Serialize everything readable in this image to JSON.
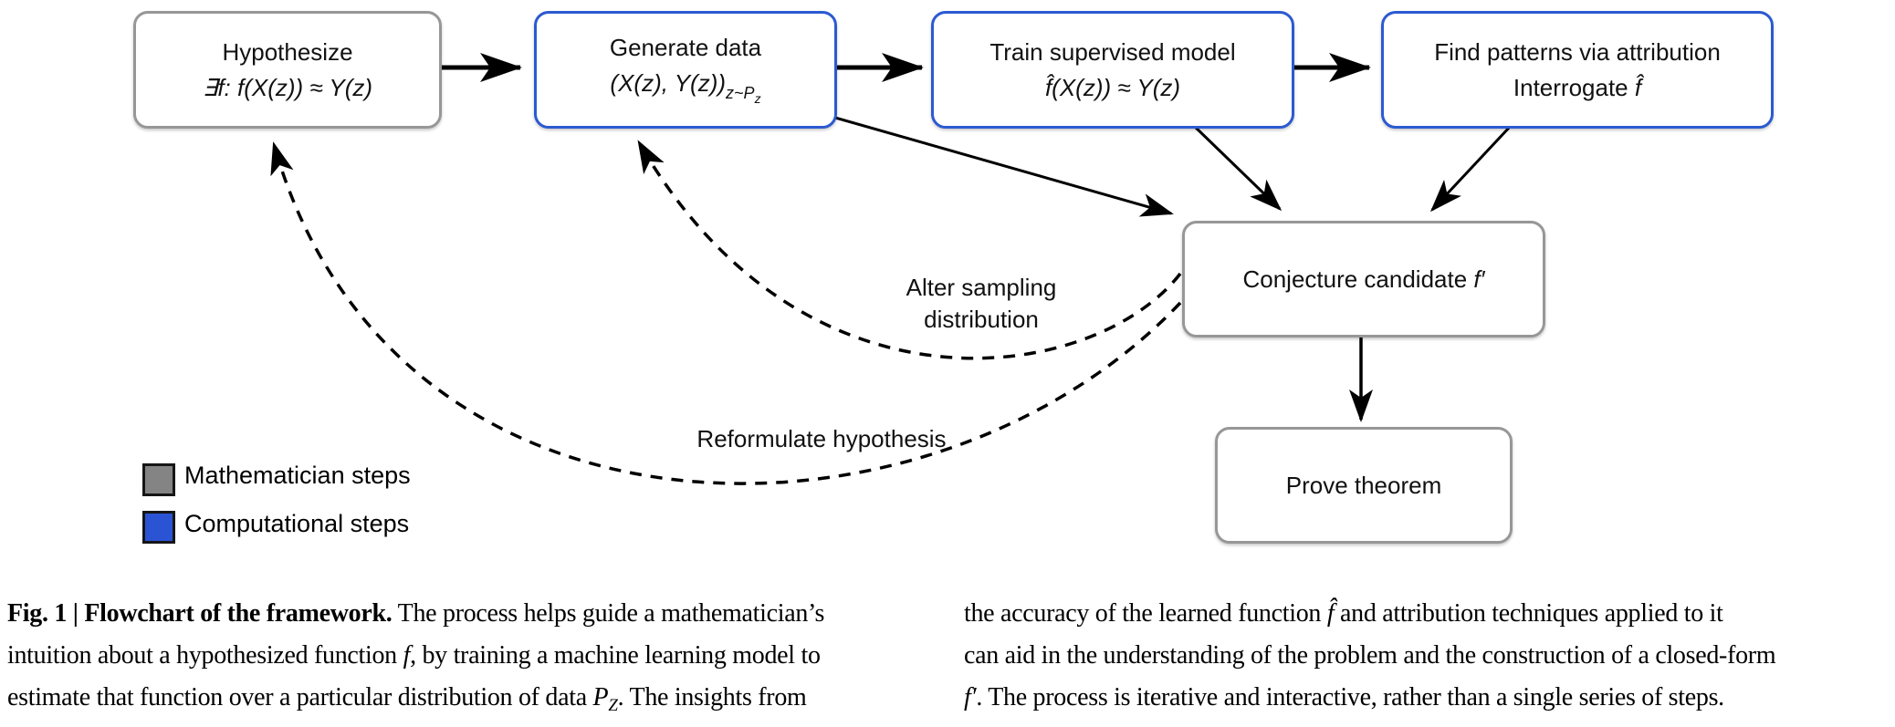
{
  "figure": {
    "boxes": {
      "hypothesize": {
        "title": "Hypothesize",
        "math": "∃f: f(X(z)) ≈ Y(z)"
      },
      "generate_data": {
        "title": "Generate data",
        "math_main": "(X(z), Y(z))",
        "math_sub": "z~P",
        "math_subsub": "z"
      },
      "train_model": {
        "title": "Train supervised model",
        "math": "f̂(X(z)) ≈ Y(z)"
      },
      "find_patterns": {
        "title": "Find patterns via attribution",
        "line2_text": "Interrogate ",
        "line2_math": "f̂"
      },
      "conjecture": {
        "text": "Conjecture candidate ",
        "math": "f′"
      },
      "prove": {
        "text": "Prove theorem"
      }
    },
    "edge_labels": {
      "alter_line1": "Alter sampling",
      "alter_line2": "distribution",
      "reformulate": "Reformulate hypothesis"
    },
    "legend": {
      "mathematician": {
        "label": "Mathematician steps",
        "color": "#848484"
      },
      "computational": {
        "label": "Computational steps",
        "color": "#2a54d3"
      }
    },
    "colors": {
      "mathematician_border": "#979797",
      "computational_border": "#2b5ad1",
      "arrow": "#000000"
    }
  },
  "caption": {
    "left": {
      "l1_bold": "Fig. 1 | Flowchart of the framework.",
      "l1_rest": " The process helps guide a mathematician’s",
      "l2_t1": "intuition about a hypothesized function ",
      "l2_i1": "f",
      "l2_t2": ", by training a machine learning model to",
      "l3_t1": "estimate that function over a particular distribution of data ",
      "l3_i1": "P",
      "l3_sub": "Z",
      "l3_t2": ". The insights from"
    },
    "right": {
      "l1_t1": "the accuracy of the learned function ",
      "l1_i1": "f̂",
      "l1_t2": " and attribution techniques applied to it",
      "l2": "can aid in the understanding of the problem and the construction of a closed-form",
      "l3_i1": "f′",
      "l3_t1": ". The process is iterative and interactive, rather than a single series of steps."
    }
  }
}
